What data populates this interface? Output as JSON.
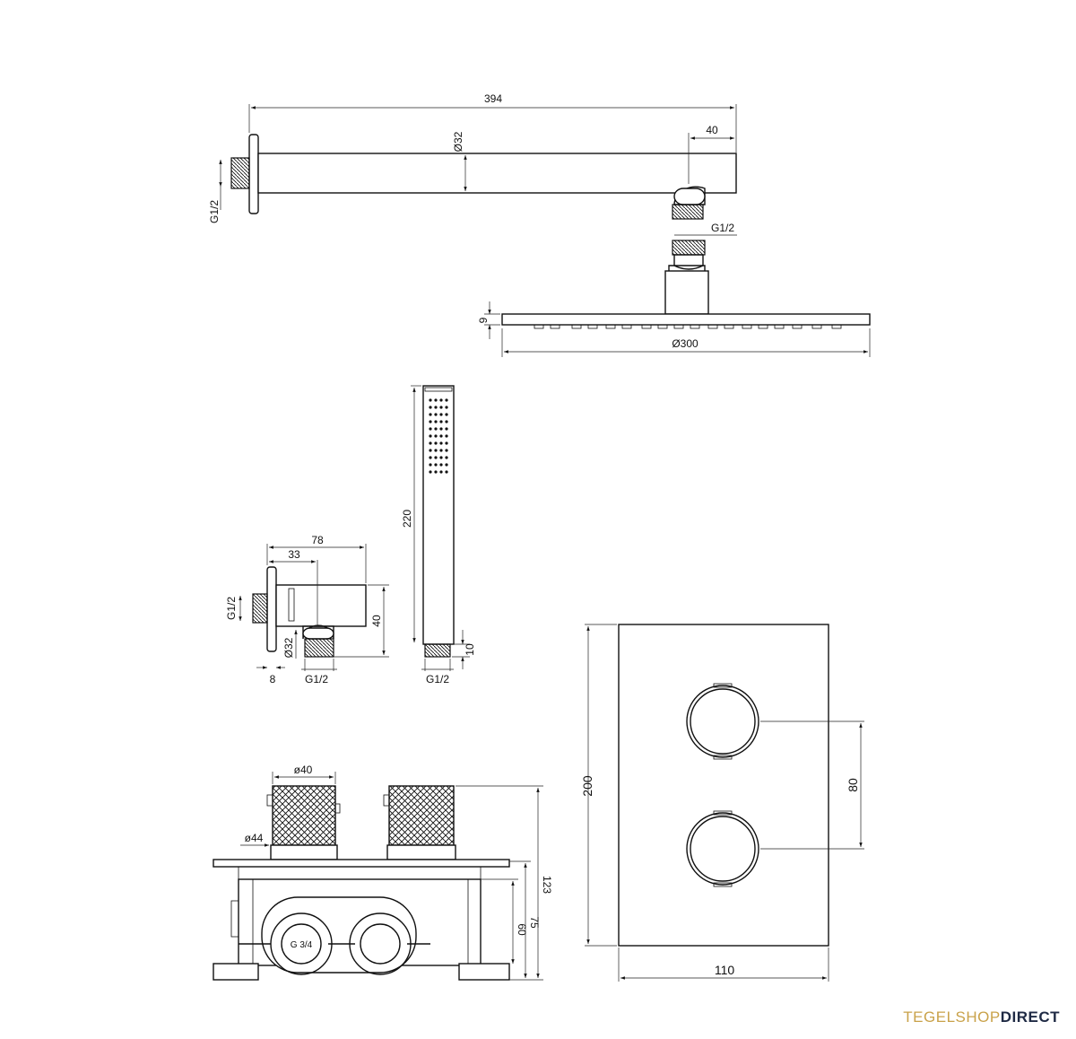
{
  "dimensions": {
    "arm_length": "394",
    "arm_diameter": "Ø32",
    "arm_offset": "40",
    "arm_thread_left": "G1/2",
    "arm_thread_right": "G1/2",
    "head_height": "9",
    "head_diameter": "Ø300",
    "handshower_length": "220",
    "handshower_base": "10",
    "handshower_thread": "G1/2",
    "elbow_width": "78",
    "elbow_offset": "33",
    "elbow_height": "40",
    "elbow_thread_left": "G1/2",
    "elbow_diameter": "Ø32",
    "elbow_plate": "8",
    "elbow_thread_bottom": "G1/2",
    "knob_diameter": "ø40",
    "rosette_diameter": "ø44",
    "box_total_depth": "123",
    "box_depth": "75",
    "box_inner_depth": "60",
    "inlet_thread": "G 3/4",
    "plate_height": "200",
    "knob_spacing": "80",
    "plate_width": "110"
  },
  "brand": {
    "part1": "TEGELSHOP",
    "part2": "DIRECT",
    "color_light": "#c9a24a",
    "color_dark": "#1f2a44"
  }
}
